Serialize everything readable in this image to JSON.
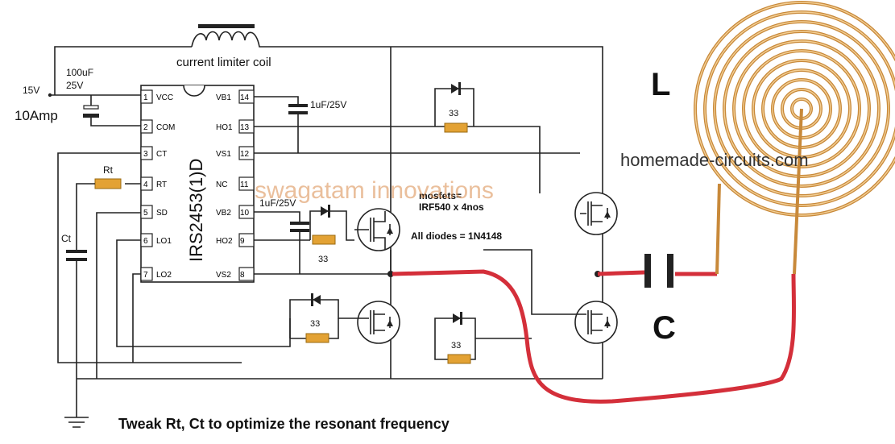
{
  "supply": {
    "voltage": "15V",
    "current": "10Amp"
  },
  "labels": {
    "coil": "current limiter coil",
    "input_cap_value": "100uF",
    "input_cap_voltage": "25V",
    "cap_top": "1uF/25V",
    "cap_mid": "1uF/25V",
    "rt": "Rt",
    "ct": "Ct",
    "ic": "IRS2453(1)D",
    "mosfets": "mosfets=",
    "mosfet_part": "IRF540 x 4nos",
    "diodes": "All diodes = 1N4148",
    "inductor": "L",
    "capacitor": "C",
    "website": "homemade-circuits.com",
    "watermark": "swagatam innovations",
    "caption": "Tweak Rt, Ct to optimize the resonant frequency"
  },
  "resistors": [
    "33",
    "33",
    "33",
    "33"
  ],
  "ic_pins_left": [
    {
      "num": "1",
      "name": "VCC"
    },
    {
      "num": "2",
      "name": "COM"
    },
    {
      "num": "3",
      "name": "CT"
    },
    {
      "num": "4",
      "name": "RT"
    },
    {
      "num": "5",
      "name": "SD"
    },
    {
      "num": "6",
      "name": "LO1"
    },
    {
      "num": "7",
      "name": "LO2"
    }
  ],
  "ic_pins_right": [
    {
      "num": "14",
      "name": "VB1"
    },
    {
      "num": "13",
      "name": "HO1"
    },
    {
      "num": "12",
      "name": "VS1"
    },
    {
      "num": "11",
      "name": "NC"
    },
    {
      "num": "10",
      "name": "VB2"
    },
    {
      "num": "9",
      "name": "HO2"
    },
    {
      "num": "8",
      "name": "VS2"
    }
  ],
  "colors": {
    "resonant_wire": "#d42f3a",
    "resistor": "#e3a234",
    "coil": "#c8893a"
  }
}
